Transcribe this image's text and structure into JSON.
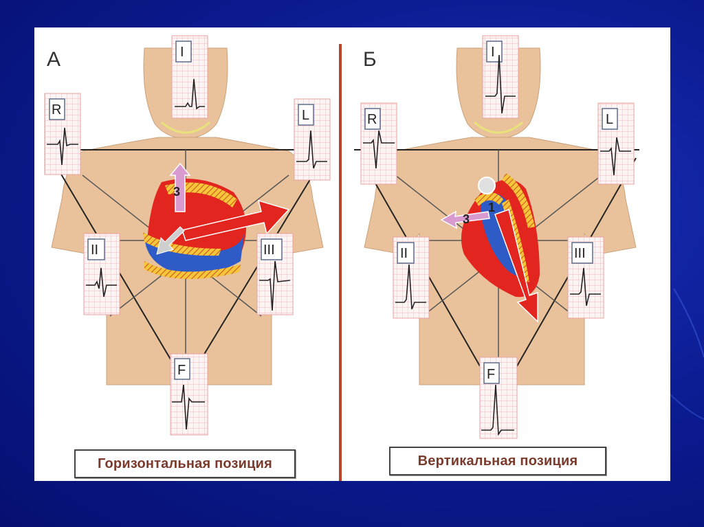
{
  "panels": [
    {
      "letter": "А",
      "caption": "Горизонтальная позиция",
      "leads": {
        "I": "I",
        "R": "R",
        "L": "L",
        "II": "II",
        "III": "III",
        "F": "F"
      },
      "vector_label": "3"
    },
    {
      "letter": "Б",
      "caption": "Вертикальная позиция",
      "leads": {
        "I": "I",
        "R": "R",
        "L": "L",
        "II": "II",
        "III": "III",
        "F": "F"
      },
      "vector_labels": [
        "1",
        "3"
      ]
    }
  ],
  "colors": {
    "background": "#0a1a8e",
    "skin": "#e9c29b",
    "heart_red": "#e2261f",
    "heart_blue": "#2e5bc6",
    "heart_yellow": "#f5c53a",
    "vector_pink": "#d99ad0",
    "ecg_grid": "#f3b6b6",
    "divider": "#b9442a"
  }
}
